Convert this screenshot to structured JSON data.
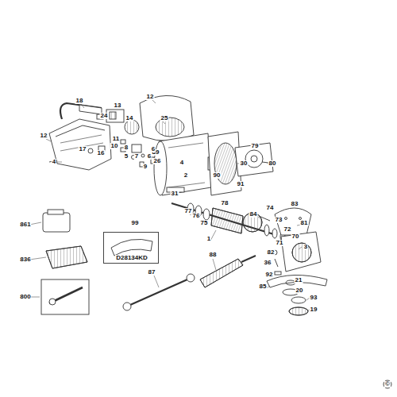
{
  "diagram": {
    "nodes": [
      {
        "text": [
          "99",
          "D28134KD"
        ]
      }
    ],
    "labels": [
      "18",
      "24",
      "13",
      "14",
      "12",
      "25",
      "89",
      "30",
      "90",
      "91",
      "79",
      "80",
      "12",
      "17",
      "16",
      "11",
      "10",
      "8",
      "6",
      "5",
      "7",
      "6",
      "9",
      "26",
      "4",
      "4",
      "2",
      "31",
      "78",
      "77",
      "76",
      "75",
      "74",
      "83",
      "84",
      "73",
      "72",
      "81",
      "70",
      "71",
      "82",
      "3",
      "1",
      "88",
      "36",
      "92",
      "85",
      "21",
      "20",
      "93",
      "19",
      "87",
      "861",
      "836",
      "800",
      "©"
    ]
  }
}
